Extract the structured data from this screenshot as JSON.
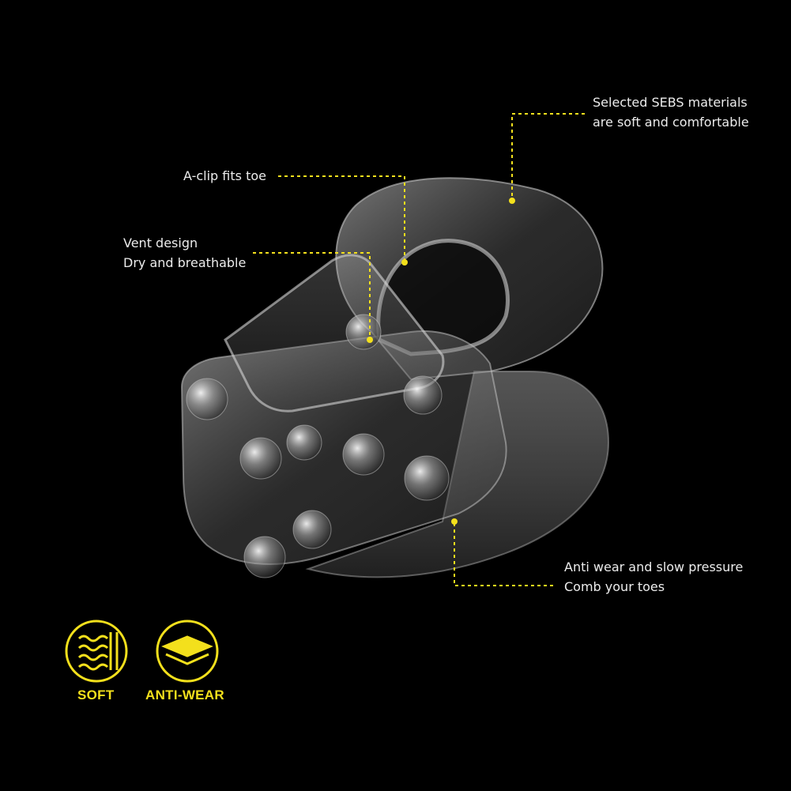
{
  "accent_color": "#f3e01c",
  "callouts": {
    "sebs": {
      "line1": "Selected SEBS materials",
      "line2": "are soft and comfortable"
    },
    "aclip": {
      "line1": "A-clip fits toe"
    },
    "vent": {
      "line1": "Vent design",
      "line2": "Dry and breathable"
    },
    "antiwear": {
      "line1": "Anti wear and slow pressure",
      "line2": "Comb your toes"
    }
  },
  "badges": [
    {
      "icon": "wavy-lines-icon",
      "label": "SOFT"
    },
    {
      "icon": "layers-icon",
      "label": "ANTI-WEAR"
    }
  ]
}
